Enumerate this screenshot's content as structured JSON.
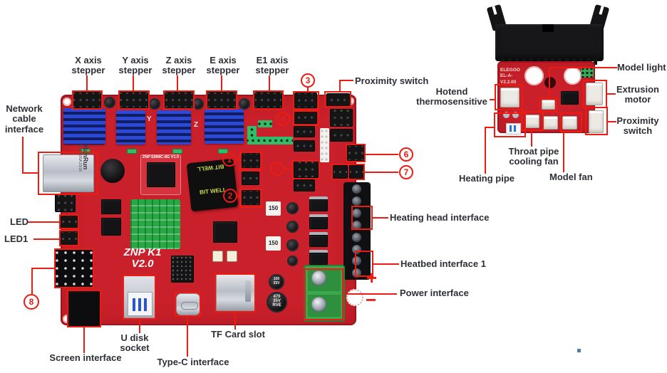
{
  "colors": {
    "annotation": "#ec1c12",
    "pcb": "#c9202b",
    "label_text": "#2d2f36"
  },
  "main_board": {
    "labels": {
      "x_stepper": "X axis stepper",
      "y_stepper": "Y axis stepper",
      "z_stepper": "Z axis stepper",
      "e_stepper": "E axis stepper",
      "e1_stepper": "E1 axis stepper",
      "proximity_switch": "Proximity switch",
      "network": "Network cable interface",
      "led": "LED",
      "led1": "LED1",
      "heating_head": "Heating head interface",
      "heatbed": "Heatbed interface 1",
      "power": "Power interface",
      "power_plus": "+",
      "power_minus": "−",
      "screen": "Screen interface",
      "udisk": "U disk socket",
      "typec": "Type-C interface",
      "tf_card": "TF Card slot"
    },
    "callouts": {
      "n1": "1",
      "n2": "2",
      "n3": "3",
      "n4": "4",
      "n5": "5",
      "n6": "6",
      "n7": "7",
      "n8": "8"
    },
    "silkscreen": {
      "board_name_line1": "ZNP K1",
      "board_name_line2": "V2.0",
      "emmc": "ZNP EMMC-8G V1.0",
      "rj45_brand": "HanRun",
      "rj45_model": "HR911105A 23/16",
      "supercap": "BIT WELL",
      "cap_470": "470\n35V\nRVE",
      "cap_100": "100\n35V",
      "reg_150": "150",
      "driver_y": "Y",
      "driver_z": "Z"
    }
  },
  "extruder_board": {
    "labels": {
      "model_light": "Model light",
      "hotend_thermo": "Hotend thermosensitive",
      "extrusion_motor": "Extrusion motor",
      "proximity_switch": "Proximity switch",
      "throat_fan": "Throat pipe cooling fan",
      "model_fan": "Model fan",
      "heating_pipe": "Heating pipe"
    },
    "silkscreen": {
      "id": "ELEGOO\nEL-A-\nV2.2.00"
    }
  }
}
